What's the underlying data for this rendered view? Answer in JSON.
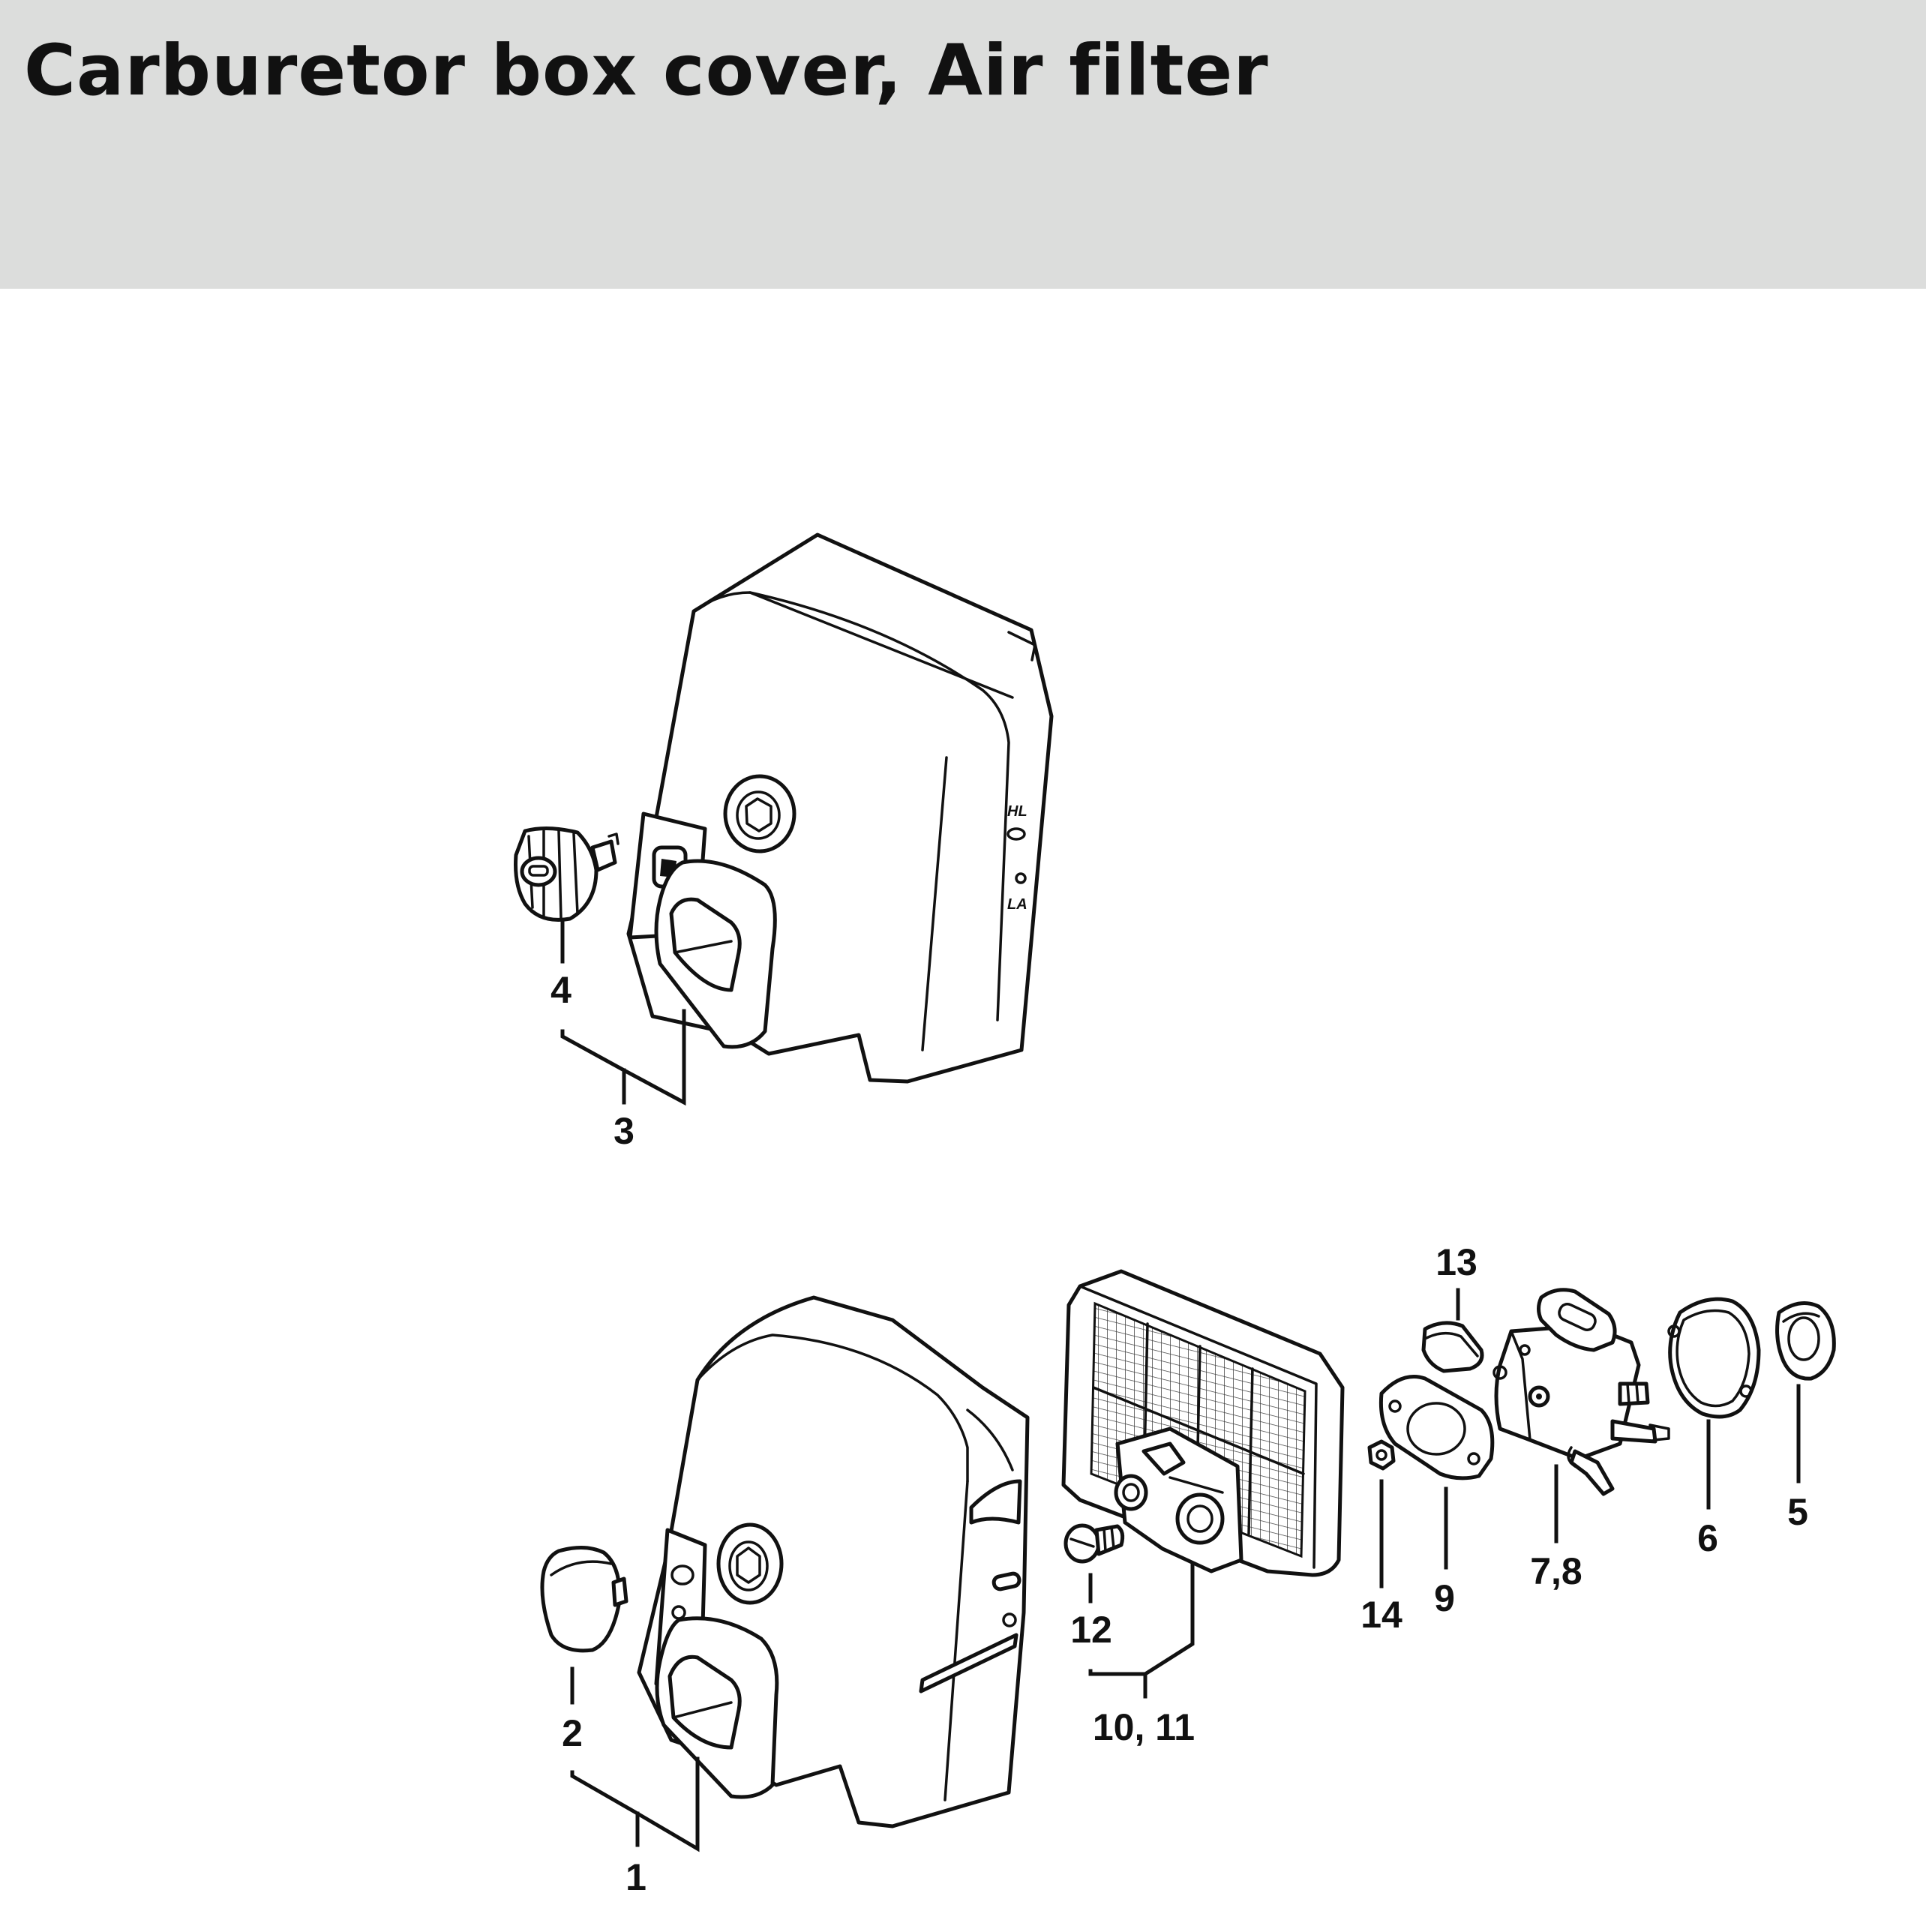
{
  "title": "Carburetor box cover, Air filter",
  "cover_marks": {
    "hl": "HL",
    "la": "LA"
  },
  "callouts": {
    "c1": "1",
    "c2": "2",
    "c3": "3",
    "c4": "4",
    "c5": "5",
    "c6": "6",
    "c78": "7,8",
    "c9": "9",
    "c1011": "10, 11",
    "c12": "12",
    "c13": "13",
    "c14": "14"
  }
}
